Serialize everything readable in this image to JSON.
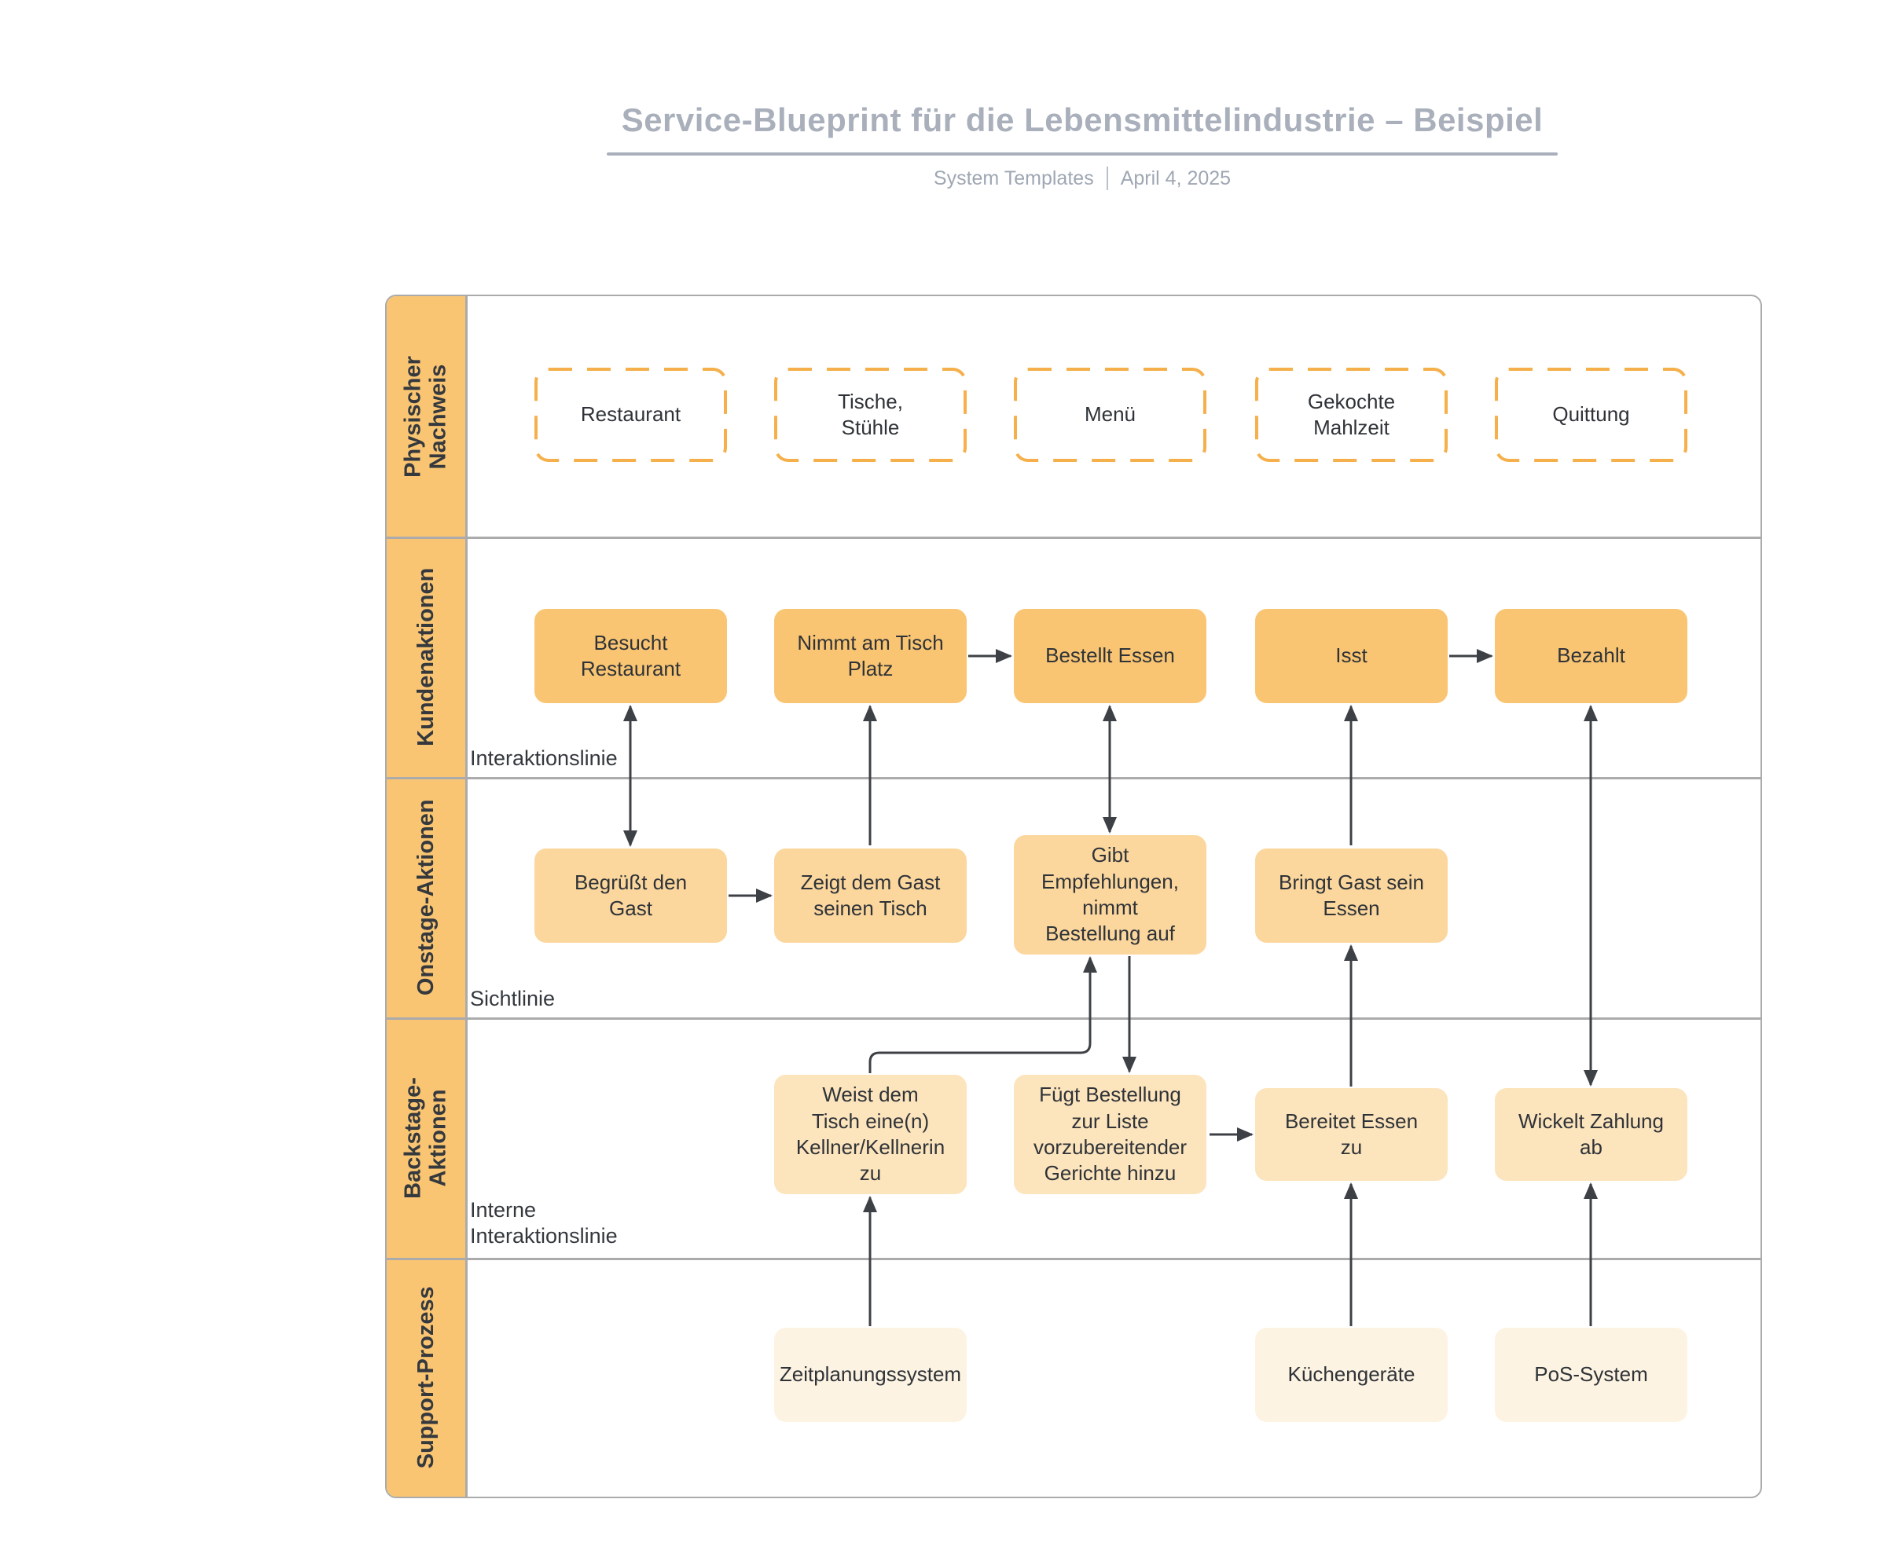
{
  "header": {
    "title": "Service-Blueprint für die Lebensmittelindustrie – Beispiel",
    "source": "System Templates",
    "date": "April 4, 2025"
  },
  "lanes": {
    "physical": {
      "label": "Physischer\nNachweis"
    },
    "customer": {
      "label": "Kundenaktionen",
      "divider": "Interaktionslinie"
    },
    "onstage": {
      "label": "Onstage-Aktionen",
      "divider": "Sichtlinie"
    },
    "backstage": {
      "label": "Backstage-\nAktionen",
      "divider": "Interne\nInteraktionslinie"
    },
    "support": {
      "label": "Support-Prozess"
    }
  },
  "nodes": {
    "evidence": [
      "Restaurant",
      "Tische,\nStühle",
      "Menü",
      "Gekochte\nMahlzeit",
      "Quittung"
    ],
    "customer": [
      "Besucht\nRestaurant",
      "Nimmt am Tisch\nPlatz",
      "Bestellt Essen",
      "Isst",
      "Bezahlt"
    ],
    "onstage": [
      "Begrüßt den\nGast",
      "Zeigt dem Gast\nseinen Tisch",
      "Gibt\nEmpfehlungen,\nnimmt\nBestellung auf",
      "Bringt Gast sein\nEssen"
    ],
    "backstage": [
      "Weist dem\nTisch eine(n)\nKellner/Kellnerin\nzu",
      "Fügt Bestellung\nzur Liste\nvorzubereitender\nGerichte hinzu",
      "Bereitet Essen\nzu",
      "Wickelt Zahlung\nab"
    ],
    "support": [
      "Zeitplanungssystem",
      "Küchengeräte",
      "PoS-System"
    ]
  },
  "colors": {
    "lane_header": "#FAC572",
    "customer_box": "#FAC572",
    "onstage_box": "#FBD79E",
    "backstage_box": "#FCE4BC",
    "support_box": "#FDF3E2",
    "evidence_dashed_border": "#F5B04B",
    "grid_line": "#ABABAB",
    "arrow": "#3D4045",
    "title_text": "#A9B0BB"
  }
}
